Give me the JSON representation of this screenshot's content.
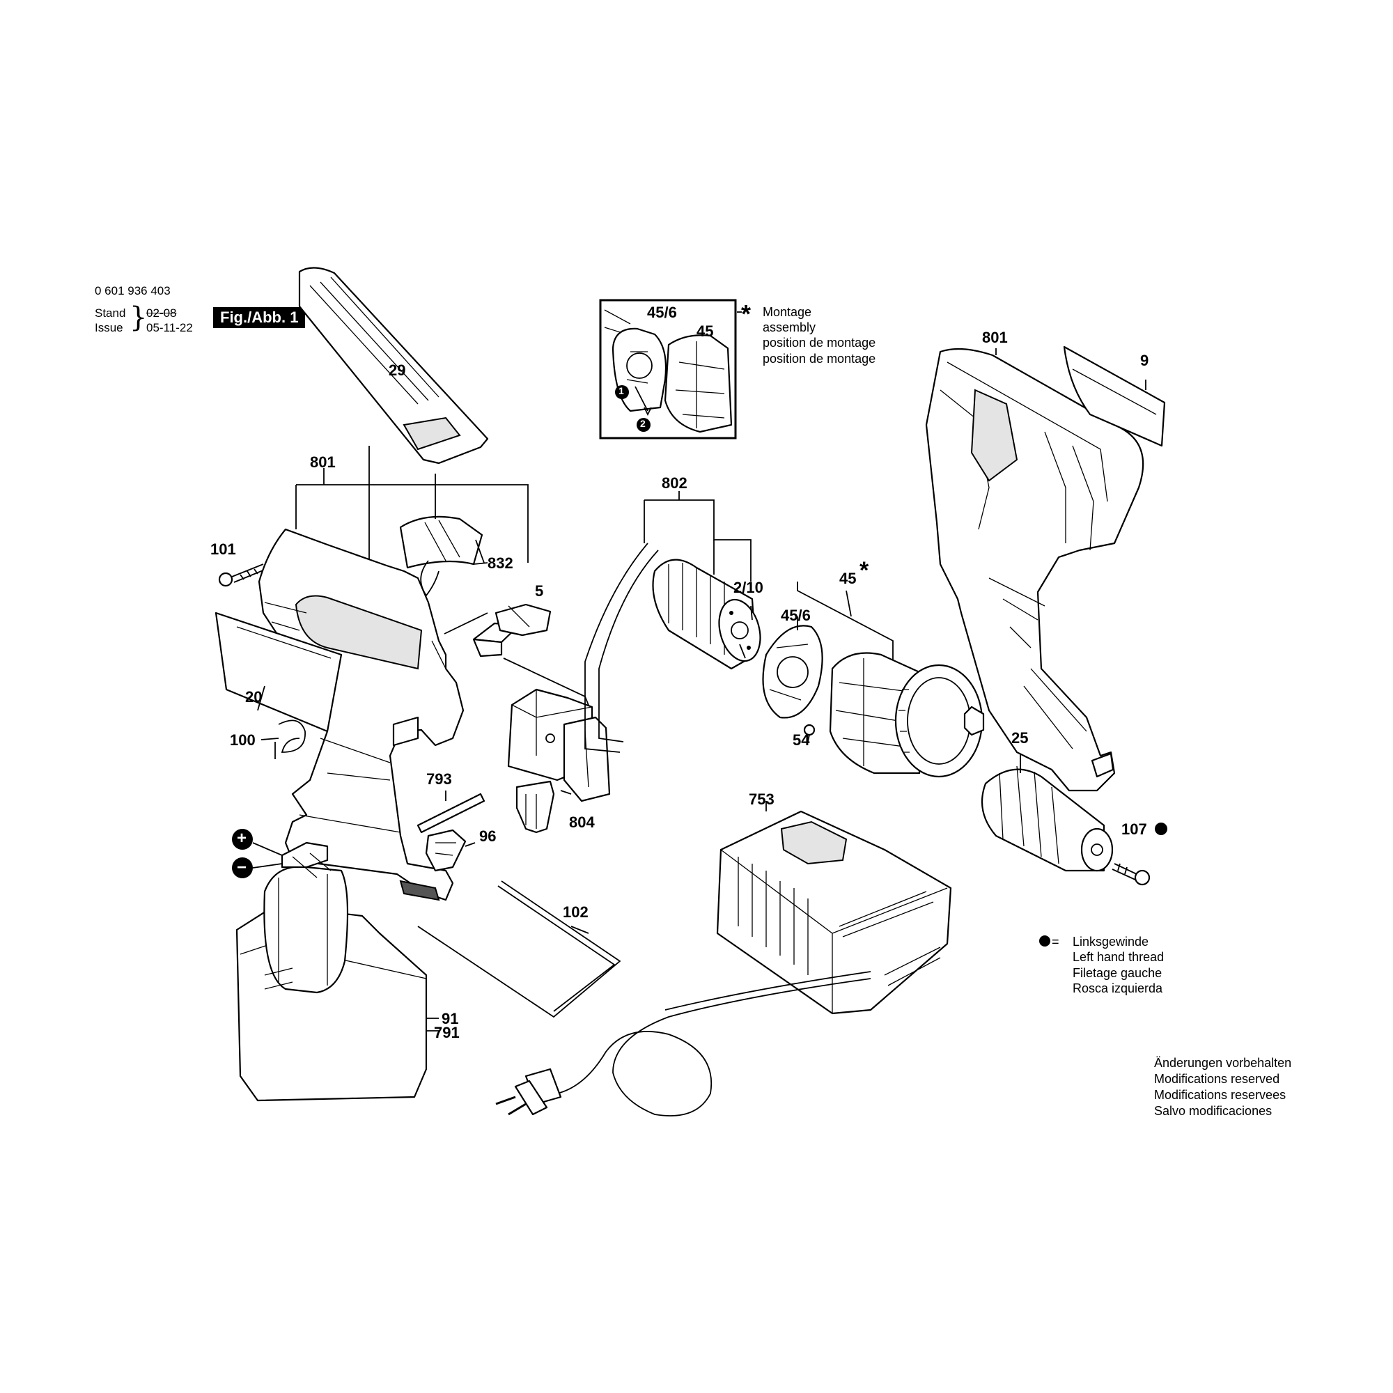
{
  "header": {
    "part_number": "0 601 936 403",
    "stand_label": "Stand",
    "stand_value": "02-08",
    "issue_label": "Issue",
    "issue_value": "05-11-22",
    "figure_label": "Fig./Abb. 1"
  },
  "assembly_note": {
    "symbol": "*",
    "lines": [
      "Montage",
      "assembly",
      "position de montage",
      "position de montage"
    ]
  },
  "thread_note": {
    "symbol": "● =",
    "lines": [
      "Linksgewinde",
      "Left hand thread",
      "Filetage gauche",
      "Rosca izquierda"
    ]
  },
  "reserve_note": {
    "lines": [
      "Änderungen vorbehalten",
      "Modifications reserved",
      "Modifications reservees",
      "Salvo modificaciones"
    ]
  },
  "inset": {
    "label_456": "45/6",
    "label_45": "45",
    "step_1": "1",
    "step_2": "2"
  },
  "part_labels": {
    "p29": "29",
    "p801_left": "801",
    "p801_right": "801",
    "p9": "9",
    "p101": "101",
    "p832": "832",
    "p5": "5",
    "p802": "802",
    "p2_10": "2/10",
    "p45_6": "45/6",
    "p45": "45",
    "p45_star": "*",
    "p20": "20",
    "p100": "100",
    "p54": "54",
    "p25": "25",
    "p793": "793",
    "p804": "804",
    "p96": "96",
    "p753": "753",
    "p107": "107",
    "p107_dot": "●",
    "p102": "102",
    "p91": "91",
    "p791": "791",
    "plus": "+",
    "minus": "−"
  }
}
